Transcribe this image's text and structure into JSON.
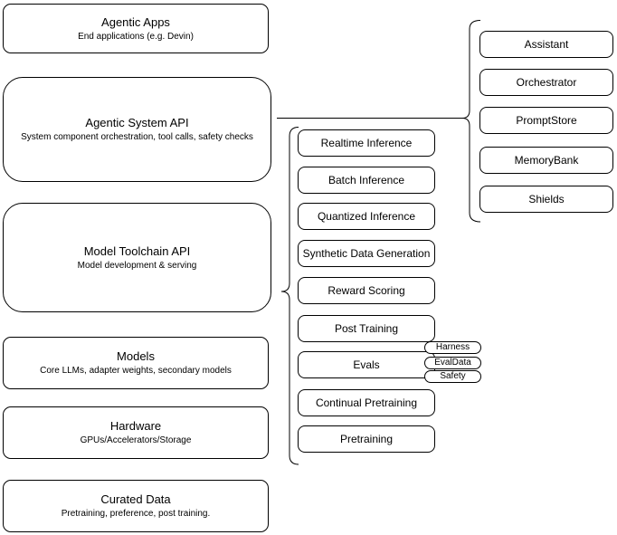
{
  "diagram": {
    "left_stack": [
      {
        "title": "Agentic Apps",
        "subtitle": "End applications (e.g. Devin)"
      },
      {
        "title": "Agentic System API",
        "subtitle": "System component orchestration, tool calls, safety checks"
      },
      {
        "title": "Model Toolchain API",
        "subtitle": "Model development & serving"
      },
      {
        "title": "Models",
        "subtitle": "Core LLMs, adapter weights, secondary models"
      },
      {
        "title": "Hardware",
        "subtitle": "GPUs/Accelerators/Storage"
      },
      {
        "title": "Curated Data",
        "subtitle": "Pretraining, preference, post training."
      }
    ],
    "toolchain_items": [
      {
        "label": "Realtime Inference"
      },
      {
        "label": "Batch Inference"
      },
      {
        "label": "Quantized Inference"
      },
      {
        "label": "Synthetic Data Generation"
      },
      {
        "label": "Reward Scoring"
      },
      {
        "label": "Post Training"
      },
      {
        "label": "Evals"
      },
      {
        "label": "Continual Pretraining"
      },
      {
        "label": "Pretraining"
      }
    ],
    "evals_tags": [
      {
        "label": "Harness"
      },
      {
        "label": "EvalData"
      },
      {
        "label": "Safety"
      }
    ],
    "system_components": [
      {
        "label": "Assistant"
      },
      {
        "label": "Orchestrator"
      },
      {
        "label": "PromptStore"
      },
      {
        "label": "MemoryBank"
      },
      {
        "label": "Shields"
      }
    ],
    "colors": {
      "stroke": "#000000",
      "fill": "#ffffff",
      "text": "#000000"
    }
  }
}
